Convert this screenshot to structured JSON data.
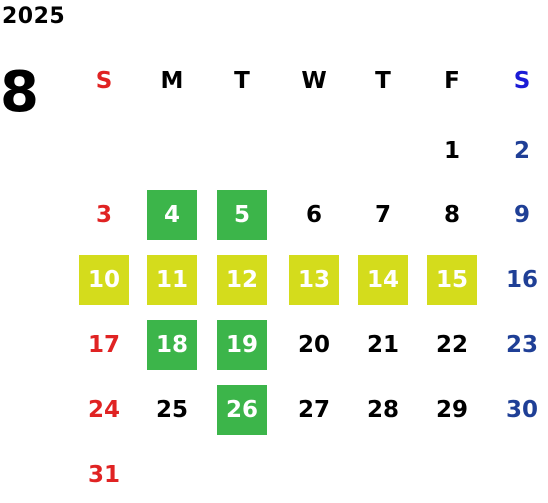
{
  "calendar": {
    "year": "2025",
    "month": "8",
    "weekdays": [
      "S",
      "M",
      "T",
      "W",
      "T",
      "F",
      "S"
    ],
    "colors": {
      "sunday": "#e02323",
      "saturday_header": "#1b1bd6",
      "saturday": "#1f3f96",
      "weekday": "#000000",
      "highlight_text": "#ffffff",
      "highlight_yellow": "#d4dc1c",
      "highlight_green": "#3cb54a"
    },
    "weeks": [
      [
        {
          "d": ""
        },
        {
          "d": ""
        },
        {
          "d": ""
        },
        {
          "d": ""
        },
        {
          "d": ""
        },
        {
          "d": "1"
        },
        {
          "d": "2"
        }
      ],
      [
        {
          "d": "3"
        },
        {
          "d": "4",
          "h": "green"
        },
        {
          "d": "5",
          "h": "green"
        },
        {
          "d": "6"
        },
        {
          "d": "7"
        },
        {
          "d": "8"
        },
        {
          "d": "9"
        }
      ],
      [
        {
          "d": "10",
          "h": "yellow"
        },
        {
          "d": "11",
          "h": "yellow"
        },
        {
          "d": "12",
          "h": "yellow"
        },
        {
          "d": "13",
          "h": "yellow"
        },
        {
          "d": "14",
          "h": "yellow"
        },
        {
          "d": "15",
          "h": "yellow"
        },
        {
          "d": "16"
        }
      ],
      [
        {
          "d": "17"
        },
        {
          "d": "18",
          "h": "green"
        },
        {
          "d": "19",
          "h": "green"
        },
        {
          "d": "20"
        },
        {
          "d": "21"
        },
        {
          "d": "22"
        },
        {
          "d": "23"
        }
      ],
      [
        {
          "d": "24"
        },
        {
          "d": "25"
        },
        {
          "d": "26",
          "h": "green"
        },
        {
          "d": "27"
        },
        {
          "d": "28"
        },
        {
          "d": "29"
        },
        {
          "d": "30"
        }
      ],
      [
        {
          "d": "31"
        },
        {
          "d": ""
        },
        {
          "d": ""
        },
        {
          "d": ""
        },
        {
          "d": ""
        },
        {
          "d": ""
        },
        {
          "d": ""
        }
      ]
    ]
  }
}
